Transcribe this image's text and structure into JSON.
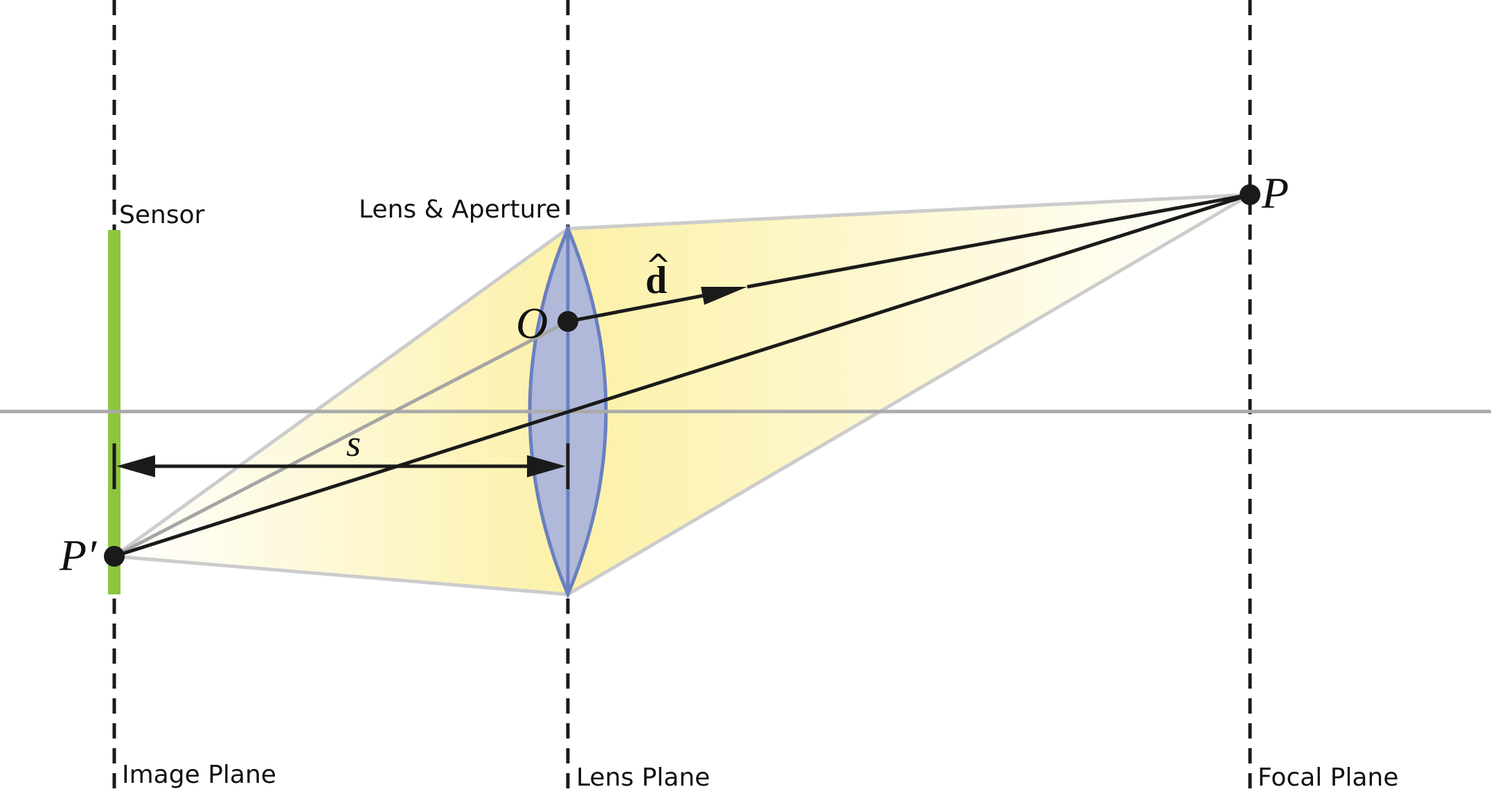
{
  "labels": {
    "sensor": "Sensor",
    "lens_aperture": "Lens & Aperture",
    "image_plane": "Image Plane",
    "lens_plane": "Lens Plane",
    "focal_plane": "Focal Plane",
    "point_p": "P",
    "point_p_prime": "P′",
    "point_o": "O",
    "direction": "d",
    "direction_hat": "^",
    "distance": "s"
  },
  "colors": {
    "sensor": "#8cc63f",
    "lens_fill": "#a9b4dc",
    "lens_stroke": "#6b7fc0",
    "light_cone": "#fdf5b8",
    "cone_edge": "#cccccc",
    "optical_axis": "#aaaaaa",
    "ray": "#1a1a1a",
    "dashed_plane": "#1a1a1a"
  }
}
